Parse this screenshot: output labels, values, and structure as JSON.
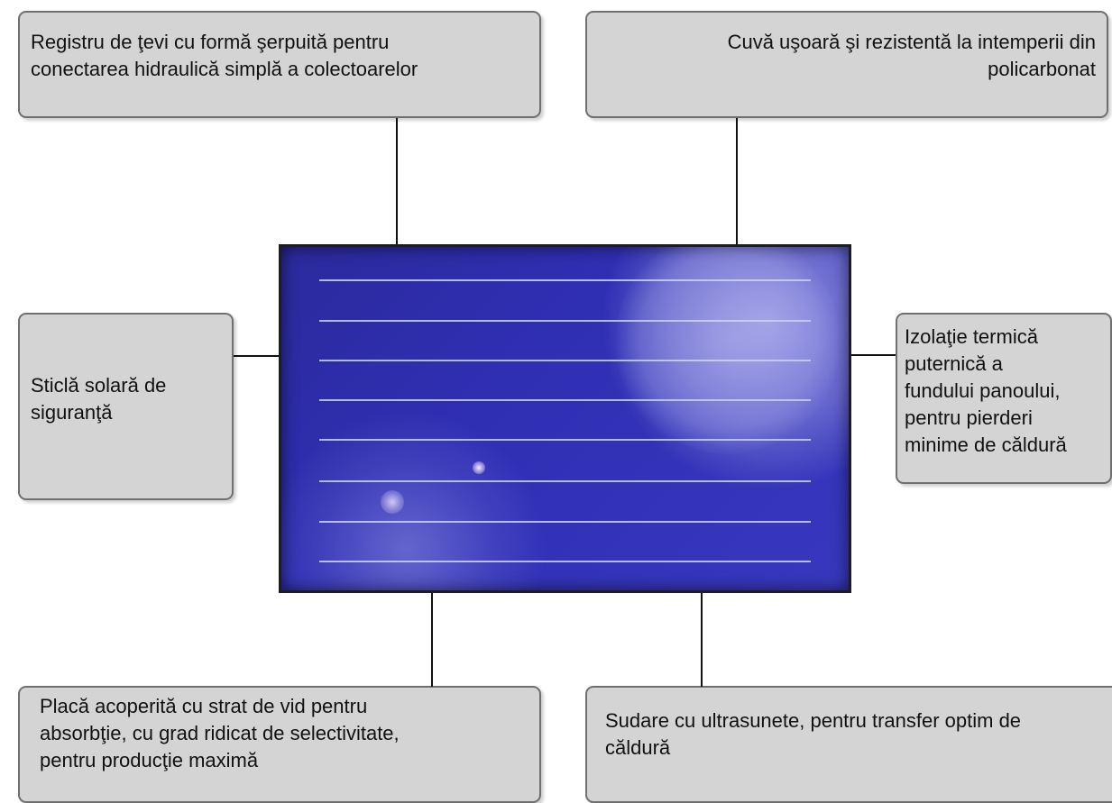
{
  "callouts": {
    "registru": {
      "line1": "Registru de ţevi cu formă şerpuită pentru",
      "line2": "conectarea hidraulică simplă a colectoarelor"
    },
    "cuva": {
      "line1": "Cuvă uşoară şi rezistentă la intemperii din",
      "line2": "policarbonat"
    },
    "sticla": {
      "line1": "Sticlă solară de",
      "line2": "siguranţă"
    },
    "izolatie": {
      "line1": "Izolaţie termică",
      "line2": "puternică a",
      "line3": "fundului panoului,",
      "line4": "pentru pierderi",
      "line5": "minime de căldură"
    },
    "placa": {
      "line1": "Placă acoperită cu strat de vid pentru",
      "line2": "absorbţie, cu grad ridicat de selectivitate,",
      "line3": "pentru producţie maximă"
    },
    "sudare": {
      "line1": "Sudare cu ultrasunete, pentru transfer optim de",
      "line2": "căldură"
    }
  },
  "panel": {
    "tube_count": 8,
    "colors": {
      "base": "#2f2fb4",
      "tube": "#cdd2ff",
      "frame": "#1c1c26"
    }
  }
}
